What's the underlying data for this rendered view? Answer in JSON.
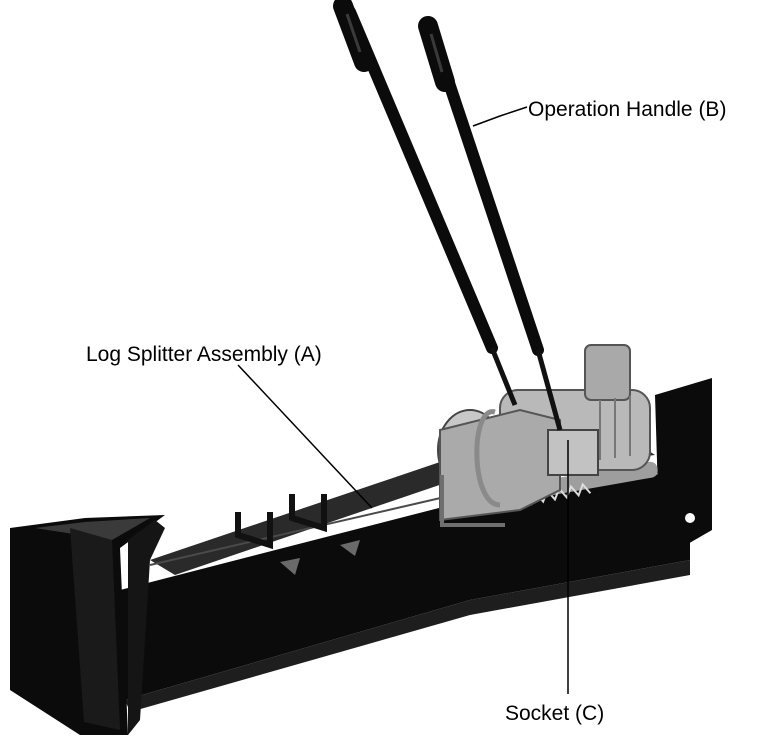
{
  "labels": {
    "operation_handle": "Operation Handle (B)",
    "log_splitter_assembly": "Log Splitter Assembly (A)",
    "socket": "Socket (C)"
  },
  "colors": {
    "frame": "#0b0b0b",
    "motor": "#b9b9b9",
    "background": "#ffffff"
  }
}
